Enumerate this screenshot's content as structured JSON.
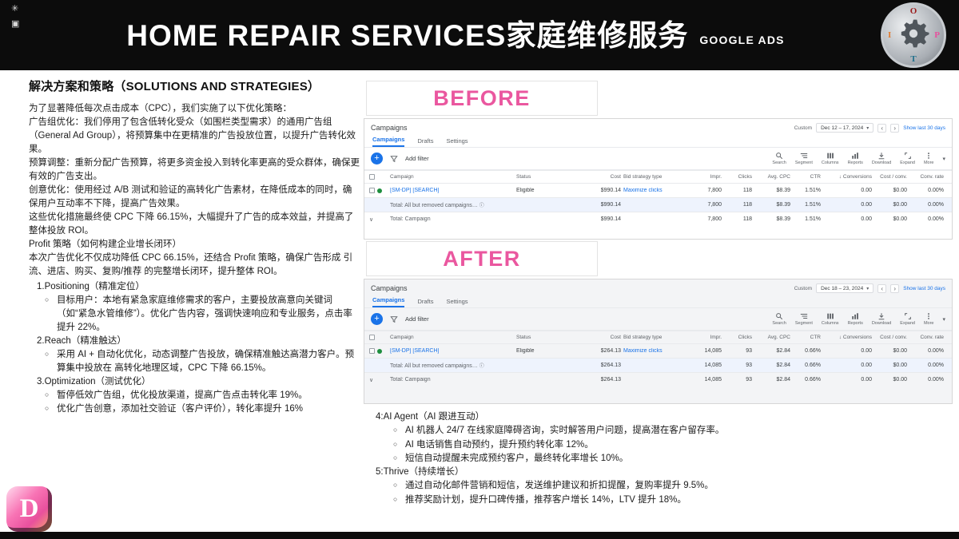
{
  "header": {
    "title": "HOME REPAIR SERVICES家庭维修服务",
    "subtitle": "GOOGLE ADS",
    "corner_icons": [
      "✳",
      "▣"
    ]
  },
  "logo_gear": {
    "letters": [
      "O",
      "P",
      "T",
      "I"
    ]
  },
  "footer_logo": {
    "letter": "D"
  },
  "accent_colors": {
    "pink": "#ea579f",
    "ads_blue": "#1a73e8",
    "status_green": "#1e8e3e"
  },
  "left": {
    "title": "解决方案和策略（SOLUTIONS AND STRATEGIES）",
    "paragraphs": [
      "为了显著降低每次点击成本（CPC），我们实施了以下优化策略：",
      "广告组优化：我们停用了包含低转化受众（如围栏类型需求）的通用广告组（General Ad Group），将预算集中在更精准的广告投放位置，以提升广告转化效果。",
      "预算调整：重新分配广告预算，将更多资金投入到转化率更高的受众群体，确保更有效的广告支出。",
      "创意优化：使用经过 A/B 测试和验证的高转化广告素材，在降低成本的同时，确保用户互动率不下降，提高广告效果。",
      "这些优化措施最终使 CPC 下降 66.15%，大幅提升了广告的成本效益，并提高了整体投放 ROI。",
      "Profit 策略（如何构建企业增长闭环）",
      "本次广告优化不仅成功降低 CPC 66.15%，还结合 Profit 策略，确保广告形成 引流、进店、购买、复购/推荐 的完整增长闭环，提升整体 ROI。"
    ],
    "sections": [
      {
        "heading": "1.Positioning（精准定位）",
        "bullets": [
          "目标用户：本地有紧急家庭维修需求的客户，主要投放高意向关键词（如“紧急水管维修”）。优化广告内容，强调快速响应和专业服务，点击率提升 22%。"
        ]
      },
      {
        "heading": "2.Reach（精准触达）",
        "bullets": [
          "采用 AI + 自动化优化，动态调整广告投放，确保精准触达高潜力客户。预算集中投放在 高转化地理区域，CPC 下降 66.15%。"
        ]
      },
      {
        "heading": "3.Optimization（测试优化）",
        "bullets": [
          "暂停低效广告组，优化投放渠道，提高广告点击转化率 19%。",
          "优化广告创意，添加社交验证（客户评价），转化率提升 16%"
        ]
      }
    ]
  },
  "before": {
    "label": "BEFORE"
  },
  "after": {
    "label": "AFTER"
  },
  "ads_before": {
    "title": "Campaigns",
    "tabs": [
      "Campaigns",
      "Drafts",
      "Settings"
    ],
    "custom_label": "Custom",
    "date_range": "Dec 12 – 17, 2024",
    "show_link": "Show last 30 days",
    "add_filter_label": "Add filter",
    "tools": [
      {
        "icon": "search",
        "label": "Search"
      },
      {
        "icon": "segment",
        "label": "Segment"
      },
      {
        "icon": "columns",
        "label": "Columns"
      },
      {
        "icon": "reports",
        "label": "Reports"
      },
      {
        "icon": "download",
        "label": "Download"
      },
      {
        "icon": "expand",
        "label": "Expand"
      },
      {
        "icon": "more",
        "label": "More"
      }
    ],
    "columns": [
      "Campaign",
      "Status",
      "Cost",
      "Bid strategy type",
      "Impr.",
      "Clicks",
      "Avg. CPC",
      "CTR",
      "↓ Conversions",
      "Cost / conv.",
      "Conv. rate"
    ],
    "rows": [
      {
        "type": "data",
        "name": "[SM-DP] [SEARCH]",
        "status": "Eligible",
        "cost": "$990.14",
        "bid": "Maximize clicks",
        "impr": "7,800",
        "clicks": "118",
        "avg_cpc": "$8.39",
        "ctr": "1.51%",
        "conversions": "0.00",
        "cost_per_conv": "$0.00",
        "conv_rate": "0.00%"
      },
      {
        "type": "total_all",
        "name": "Total: All but removed campaigns…",
        "status": "",
        "cost": "$990.14",
        "bid": "",
        "impr": "7,800",
        "clicks": "118",
        "avg_cpc": "$8.39",
        "ctr": "1.51%",
        "conversions": "0.00",
        "cost_per_conv": "$0.00",
        "conv_rate": "0.00%"
      },
      {
        "type": "total_campaign",
        "name": "Total: Campaign",
        "status": "",
        "cost": "$990.14",
        "bid": "",
        "impr": "7,800",
        "clicks": "118",
        "avg_cpc": "$8.39",
        "ctr": "1.51%",
        "conversions": "0.00",
        "cost_per_conv": "$0.00",
        "conv_rate": "0.00%"
      }
    ]
  },
  "ads_after": {
    "title": "Campaigns",
    "tabs": [
      "Campaigns",
      "Drafts",
      "Settings"
    ],
    "custom_label": "Custom",
    "date_range": "Dec 18 – 23, 2024",
    "show_link": "Show last 30 days",
    "add_filter_label": "Add filter",
    "tools": [
      {
        "icon": "search",
        "label": "Search"
      },
      {
        "icon": "segment",
        "label": "Segment"
      },
      {
        "icon": "columns",
        "label": "Columns"
      },
      {
        "icon": "reports",
        "label": "Reports"
      },
      {
        "icon": "download",
        "label": "Download"
      },
      {
        "icon": "expand",
        "label": "Expand"
      },
      {
        "icon": "more",
        "label": "More"
      }
    ],
    "columns": [
      "Campaign",
      "Status",
      "Cost",
      "Bid strategy type",
      "Impr.",
      "Clicks",
      "Avg. CPC",
      "CTR",
      "↓ Conversions",
      "Cost / conv.",
      "Conv. rate"
    ],
    "rows": [
      {
        "type": "data",
        "name": "[SM-DP] [SEARCH]",
        "status": "Eligible",
        "cost": "$264.13",
        "bid": "Maximize clicks",
        "impr": "14,085",
        "clicks": "93",
        "avg_cpc": "$2.84",
        "ctr": "0.66%",
        "conversions": "0.00",
        "cost_per_conv": "$0.00",
        "conv_rate": "0.00%"
      },
      {
        "type": "total_all",
        "name": "Total: All but removed campaigns…",
        "status": "",
        "cost": "$264.13",
        "bid": "",
        "impr": "14,085",
        "clicks": "93",
        "avg_cpc": "$2.84",
        "ctr": "0.66%",
        "conversions": "0.00",
        "cost_per_conv": "$0.00",
        "conv_rate": "0.00%"
      },
      {
        "type": "total_campaign",
        "name": "Total: Campaign",
        "status": "",
        "cost": "$264.13",
        "bid": "",
        "impr": "14,085",
        "clicks": "93",
        "avg_cpc": "$2.84",
        "ctr": "0.66%",
        "conversions": "0.00",
        "cost_per_conv": "$0.00",
        "conv_rate": "0.00%"
      }
    ]
  },
  "right_notes": [
    {
      "heading": "4:AI Agent（AI 跟进互动）",
      "bullets": [
        "AI 机器人 24/7 在线家庭障碍咨询，实时解答用户问题，提高潜在客户留存率。",
        "AI 电话销售自动预约，提升预约转化率 12%。",
        "短信自动提醒未完成预约客户，最终转化率增长 10%。"
      ]
    },
    {
      "heading": "5:Thrive（持续增长）",
      "bullets": [
        "通过自动化邮件营销和短信，发送维护建议和折扣提醒，复购率提升 9.5%。",
        "推荐奖励计划，提升口碑传播，推荐客户增长 14%，LTV 提升 18%。"
      ]
    }
  ]
}
